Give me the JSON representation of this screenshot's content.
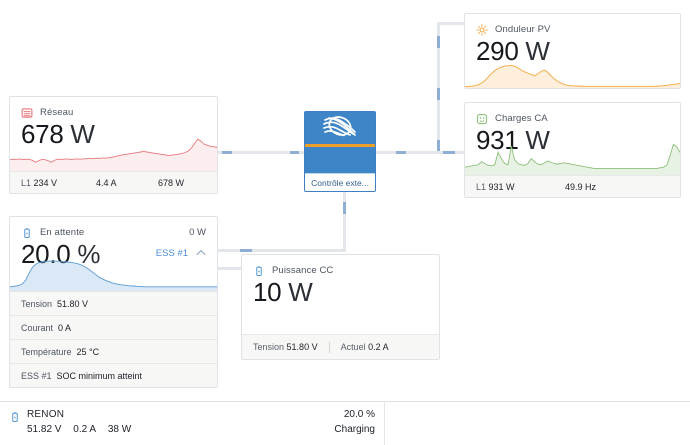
{
  "grid_card": {
    "icon": "grid-icon",
    "title": "Réseau",
    "value": "678",
    "unit": "W",
    "footer": [
      {
        "label": "L1",
        "value": "234 V"
      },
      {
        "label": "",
        "value": "4.4 A"
      },
      {
        "label": "",
        "value": "678 W"
      }
    ]
  },
  "pv_card": {
    "icon": "sun-icon",
    "title": "Onduleur PV",
    "value": "290",
    "unit": "W"
  },
  "ac_loads_card": {
    "icon": "ac-outlet-icon",
    "title": "Charges CA",
    "value": "931",
    "unit": "W",
    "footer": [
      {
        "label": "L1",
        "value": "931 W"
      },
      {
        "label": "",
        "value": "49.9 Hz"
      }
    ]
  },
  "battery_card": {
    "icon": "battery-icon",
    "title": "En attente",
    "power": "0 W",
    "value": "20.0",
    "unit": "%",
    "ess_link": "ESS #1",
    "chevron": "chevron-up-icon",
    "details": [
      {
        "label": "Tension",
        "value": "51.80 V"
      },
      {
        "label": "Courant",
        "value": "0 A"
      },
      {
        "label": "Température",
        "value": "25 °C"
      },
      {
        "label": "ESS #1",
        "value": "SOC minimum atteint"
      }
    ]
  },
  "dc_card": {
    "icon": "battery-icon",
    "title": "Puissance CC",
    "value": "10",
    "unit": "W",
    "footer": [
      {
        "label": "Tension",
        "value": "51.80 V"
      },
      {
        "label": "Actuel",
        "value": "0.2 A"
      }
    ]
  },
  "device": {
    "logo": "victron-logo-icon",
    "label": "Contrôle exte..."
  },
  "bottom_bar": {
    "icon": "battery-icon",
    "name": "RENON",
    "voltage": "51.82 V",
    "current": "0.2 A",
    "power": "38 W",
    "soc": "20.0 %",
    "status": "Charging"
  },
  "colors": {
    "grid": "#e8787d",
    "pv": "#f2a93b",
    "ac_loads": "#8cc07a",
    "battery": "#5b9bd5",
    "link": "#4d8fd4",
    "device_blue": "#3d85c6",
    "device_stripe": "#f0a02a",
    "line": "#e3e6ea"
  },
  "chart_data": [
    {
      "type": "area",
      "name": "grid-sparkline",
      "title": "Réseau",
      "ylabel": "W",
      "values": [
        40,
        42,
        41,
        43,
        40,
        42,
        41,
        38,
        30,
        36,
        41,
        40,
        36,
        30,
        38,
        42,
        41,
        42,
        43,
        41,
        42,
        43,
        42,
        43,
        44,
        45,
        44,
        46,
        45,
        47,
        46,
        48,
        50,
        52,
        55,
        58,
        60,
        62,
        64,
        66,
        68,
        70,
        72,
        70,
        68,
        66,
        64,
        62,
        60,
        58,
        56,
        58,
        60,
        62,
        64,
        68,
        74,
        86,
        104,
        120,
        112,
        100,
        96,
        92,
        90,
        88
      ],
      "ylim": [
        0,
        140
      ]
    },
    {
      "type": "area",
      "name": "pv-sparkline",
      "title": "Onduleur PV",
      "ylabel": "W",
      "values": [
        2,
        3,
        4,
        6,
        10,
        18,
        30,
        46,
        62,
        76,
        86,
        92,
        96,
        98,
        100,
        96,
        88,
        78,
        70,
        64,
        58,
        52,
        60,
        72,
        78,
        68,
        52,
        38,
        26,
        18,
        12,
        8,
        6,
        5,
        4,
        4,
        3,
        3,
        3,
        3,
        3,
        3,
        3,
        3,
        3,
        3,
        3,
        3,
        3,
        3,
        3,
        3,
        3,
        3,
        3,
        3,
        3,
        3,
        4,
        5,
        6,
        8,
        10,
        12,
        14,
        16
      ],
      "ylim": [
        0,
        120
      ]
    },
    {
      "type": "area",
      "name": "ac-loads-sparkline",
      "title": "Charges CA",
      "ylabel": "W",
      "values": [
        22,
        24,
        26,
        28,
        30,
        40,
        34,
        28,
        26,
        30,
        70,
        50,
        34,
        30,
        90,
        46,
        34,
        30,
        28,
        34,
        50,
        40,
        32,
        30,
        36,
        42,
        38,
        34,
        32,
        34,
        36,
        34,
        32,
        30,
        28,
        26,
        24,
        22,
        20,
        18,
        18,
        18,
        18,
        18,
        18,
        18,
        18,
        18,
        18,
        18,
        18,
        18,
        18,
        18,
        18,
        18,
        18,
        18,
        18,
        20,
        22,
        28,
        60,
        96,
        88,
        70
      ],
      "ylim": [
        0,
        110
      ]
    },
    {
      "type": "area",
      "name": "battery-soc-sparkline",
      "title": "État de charge batterie",
      "ylabel": "%",
      "values": [
        8,
        9,
        10,
        12,
        16,
        26,
        42,
        56,
        64,
        68,
        70,
        71,
        72,
        72,
        72,
        72,
        71,
        70,
        70,
        69,
        68,
        66,
        64,
        60,
        56,
        50,
        44,
        38,
        32,
        28,
        24,
        21,
        18,
        16,
        14,
        13,
        12,
        11,
        10,
        10,
        9,
        9,
        8,
        8,
        8,
        8,
        8,
        8,
        8,
        8,
        8,
        8,
        8,
        8,
        8,
        8,
        8,
        8,
        8,
        8,
        8,
        8,
        8,
        8,
        8,
        8
      ],
      "ylim": [
        0,
        80
      ]
    }
  ]
}
